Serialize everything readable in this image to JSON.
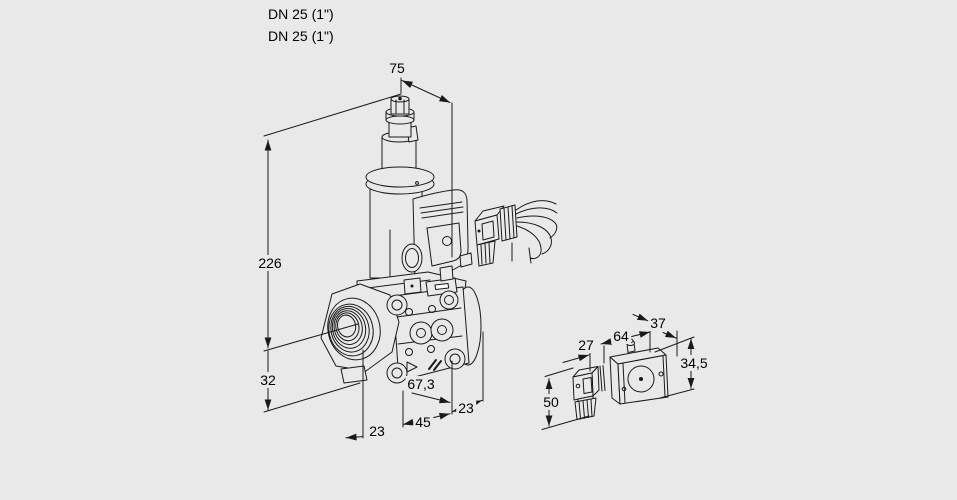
{
  "page": {
    "background_color": "#e9e9e9",
    "line_color": "#1a1a1a"
  },
  "connection_labels": {
    "line1": "DN 25 (1\")",
    "line2": "DN 25 (1\")"
  },
  "main_valve_dimensions": {
    "actuator_width": "75",
    "overall_height": "226",
    "body_below_centerline": "32",
    "body_depth": "67,3",
    "port_offset_right": "23",
    "port_spacing": "45",
    "port_offset_left": "23"
  },
  "pressure_switch_dimensions": {
    "connector_width": "27",
    "body_length": "64",
    "body_depth": "37",
    "body_height": "34,5",
    "connector_height": "50"
  }
}
